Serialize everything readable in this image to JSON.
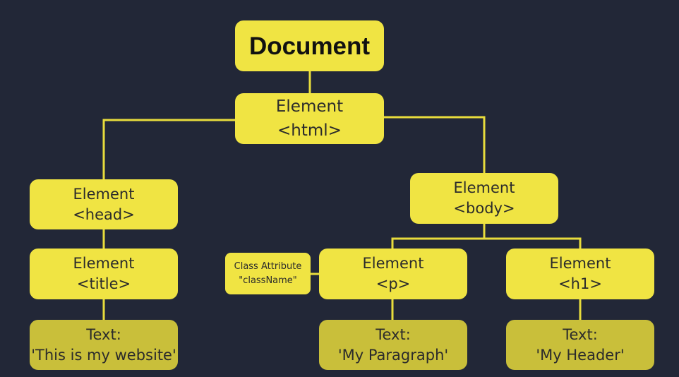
{
  "diagram": {
    "document": {
      "label": "Document"
    },
    "html": {
      "line1": "Element",
      "line2": "<html>"
    },
    "head": {
      "line1": "Element",
      "line2": "<head>"
    },
    "body": {
      "line1": "Element",
      "line2": "<body>"
    },
    "title": {
      "line1": "Element",
      "line2": "<title>"
    },
    "p": {
      "line1": "Element",
      "line2": "<p>"
    },
    "h1": {
      "line1": "Element",
      "line2": "<h1>"
    },
    "class_attr": {
      "line1": "Class Attribute",
      "line2": "\"className\""
    },
    "text_title": {
      "line1": "Text:",
      "line2": "'This is my website'"
    },
    "text_p": {
      "line1": "Text:",
      "line2": "'My Paragraph'"
    },
    "text_h1": {
      "line1": "Text:",
      "line2": "'My Header'"
    }
  },
  "colors": {
    "background": "#222737",
    "node": "#f0e443",
    "text_node": "#c9bf3a",
    "connector": "#e8dc3c"
  }
}
